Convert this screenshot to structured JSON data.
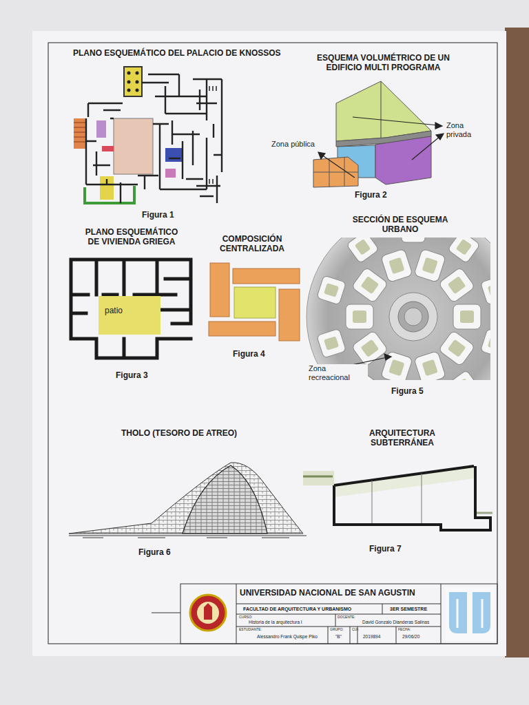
{
  "diagram": {
    "nodes": [
      {
        "text": [
          "patio"
        ]
      }
    ],
    "labels": [
      "PLANO ESQUEMÁTICO DEL PALACIO DE KNOSSOS",
      "Figura 1",
      "ESQUEMA VOLUMÉTRICO DE UN EDIFICIO MULTI PROGRAMA",
      "Zona pública",
      "Zona privada",
      "Figura 2",
      "PLANO ESQUEMÁTICO DE VIVIENDA GRIEGA",
      "Figura 3",
      "COMPOSICIÓN CENTRALIZADA",
      "Figura 4",
      "SECCIÓN DE ESQUEMA URBANO",
      "Zona recreacional",
      "Figura 5",
      "THOLO (TESORO DE ATREO)",
      "Figura 6",
      "ARQUITECTURA SUBTERRÁNEA",
      "Figura 7",
      "UNIVERSIDAD NACIONAL DE SAN AGUSTIN",
      "FACULTAD DE ARQUITECTURA Y URBANISMO",
      "3ER SEMESTRE",
      "CURSO:",
      "Historia de la arquitectura I",
      "DOCENTE:",
      "David Gonzalo Dianderas Salinas",
      "ESTUDIANTE:",
      "Alessandro Frank Quispe Piko",
      "GRUPO:",
      "\"B\"",
      "CUI:",
      "2019894",
      "FECHA:",
      "29/06/20"
    ]
  }
}
